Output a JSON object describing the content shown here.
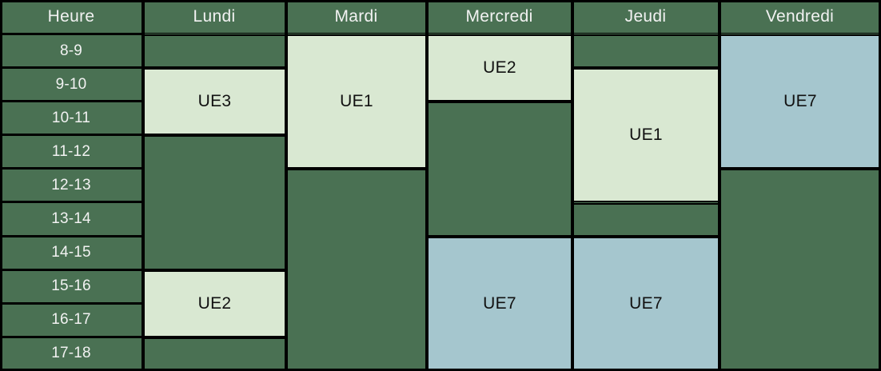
{
  "table": {
    "columns": [
      "Heure",
      "Lundi",
      "Mardi",
      "Mercredi",
      "Jeudi",
      "Vendredi"
    ],
    "hours": [
      "8-9",
      "9-10",
      "10-11",
      "11-12",
      "12-13",
      "13-14",
      "14-15",
      "15-16",
      "16-17",
      "17-18"
    ],
    "colors": {
      "header_bg": "#4a7153",
      "empty_bg": "#4a7153",
      "course_green_bg": "#d9e8d2",
      "course_blue_bg": "#a5c6ce",
      "grid_line": "#000000",
      "header_text": "#f2f2f2",
      "course_text": "#111111"
    },
    "events": [
      {
        "day": "Lundi",
        "label": "UE3",
        "start_hour": "9-10",
        "end_hour": "10-11",
        "row_start": 2,
        "row_span": 2,
        "color": "green"
      },
      {
        "day": "Lundi",
        "label": "UE2",
        "start_hour": "15-16",
        "end_hour": "16-17",
        "row_start": 8,
        "row_span": 2,
        "color": "green"
      },
      {
        "day": "Mardi",
        "label": "UE1",
        "start_hour": "8-9",
        "end_hour": "11-12",
        "row_start": 1,
        "row_span": 4,
        "color": "green"
      },
      {
        "day": "Mercredi",
        "label": "UE2",
        "start_hour": "8-9",
        "end_hour": "9-10",
        "row_start": 1,
        "row_span": 2,
        "color": "green"
      },
      {
        "day": "Mercredi",
        "label": "UE7",
        "start_hour": "14-15",
        "end_hour": "17-18",
        "row_start": 7,
        "row_span": 4,
        "color": "blue"
      },
      {
        "day": "Jeudi",
        "label": "UE1",
        "start_hour": "9-10",
        "end_hour": "12-13",
        "row_start": 2,
        "row_span": 4,
        "color": "green"
      },
      {
        "day": "Jeudi",
        "label": "UE7",
        "start_hour": "14-15",
        "end_hour": "17-18",
        "row_start": 7,
        "row_span": 4,
        "color": "blue"
      },
      {
        "day": "Vendredi",
        "label": "UE7",
        "start_hour": "8-9",
        "end_hour": "11-12",
        "row_start": 1,
        "row_span": 4,
        "color": "blue"
      }
    ],
    "empty_blocks": [
      {
        "day": "Lundi",
        "row_start": 1,
        "row_span": 1
      },
      {
        "day": "Lundi",
        "row_start": 4,
        "row_span": 4
      },
      {
        "day": "Lundi",
        "row_start": 10,
        "row_span": 1
      },
      {
        "day": "Mardi",
        "row_start": 5,
        "row_span": 6
      },
      {
        "day": "Mercredi",
        "row_start": 3,
        "row_span": 4
      },
      {
        "day": "Jeudi",
        "row_start": 1,
        "row_span": 1
      },
      {
        "day": "Jeudi",
        "row_start": 6,
        "row_span": 1
      },
      {
        "day": "Vendredi",
        "row_start": 5,
        "row_span": 6
      }
    ]
  }
}
